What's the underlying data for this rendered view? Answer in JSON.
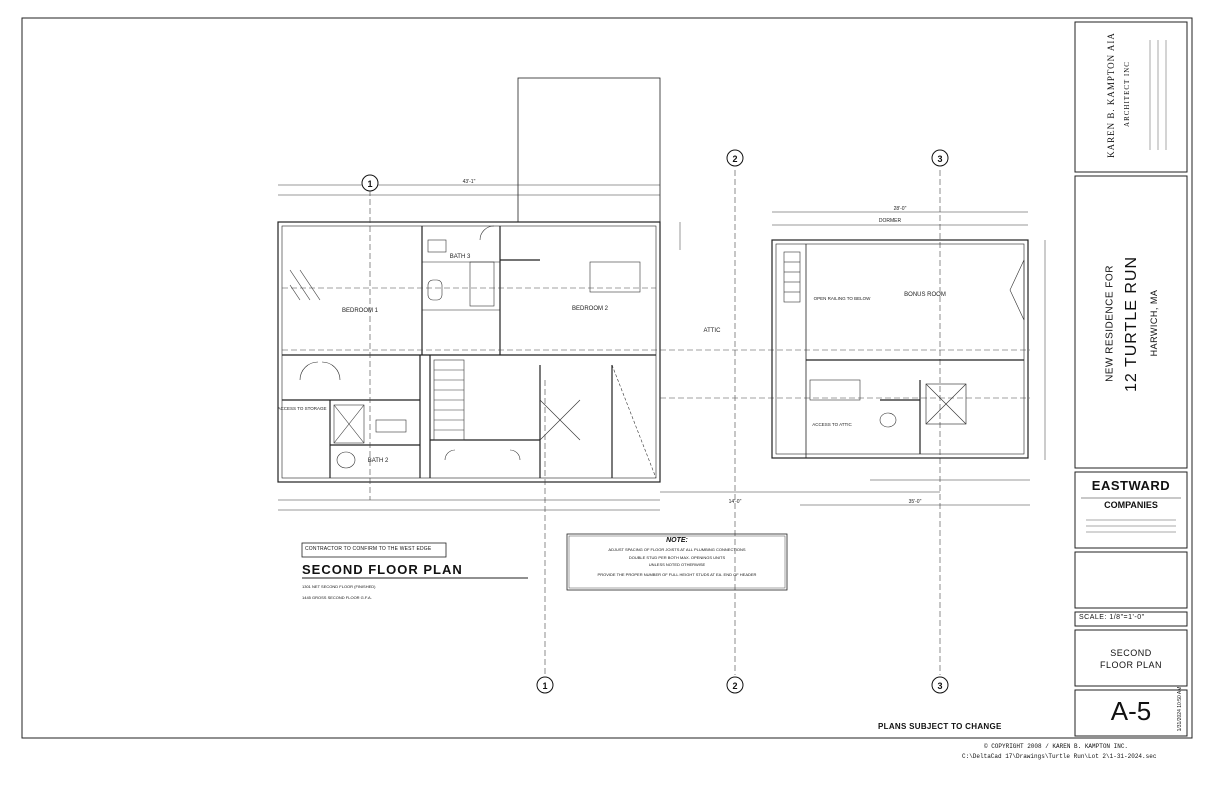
{
  "sheet": {
    "number": "A-5",
    "title_line1": "SECOND",
    "title_line2": "FLOOR PLAN",
    "scale": "SCALE: 1/8\"=1'-0\"",
    "plans_subject": "PLANS SUBJECT TO CHANGE",
    "plot_stamp": "1/31/2024 10:50 AM",
    "copyright": "COPYRIGHT 2008 / KAREN B. KAMPTON INC.",
    "file_path": "C:\\DeltaCad 17\\Drawings\\Turtle Run\\Lot 2\\1-31-2024.sec"
  },
  "architect": {
    "name": "KAREN B. KAMPTON AIA",
    "firm": "ARCHITECT INC"
  },
  "project": {
    "line1": "NEW RESIDENCE FOR",
    "line2": "12 TURTLE RUN",
    "line3": "HARWICH, MA"
  },
  "builder": {
    "name1": "EASTWARD",
    "name2": "COMPANIES"
  },
  "plan": {
    "title": "SECOND FLOOR PLAN",
    "subtitle1": "1301 NET SECOND FLOOR (FINISHED)",
    "subtitle2": "1445 GROSS SECOND FLOOR G.F.A.",
    "framing_box": "CONTRACTOR TO CONFIRM TO THE WEST EDGE",
    "note_title": "NOTE:",
    "note_line1": "ADJUST SPACING OF FLOOR JOISTS AT ALL PLUMBING CONNECTIONS",
    "note_line2": "DOUBLE STUD PER BOTH MAX. OPENINGS UNITS",
    "note_line3": "UNLESS NOTED OTHERWISE",
    "note_line4": "PROVIDE THE PROPER NUMBER OF FULL HEIGHT STUDS AT EA. END OF HEADER",
    "grid_labels": [
      "1",
      "2",
      "3"
    ],
    "rooms": {
      "bedroom1": "BEDROOM 1",
      "bedroom2": "BEDROOM 2",
      "bath3": "BATH 3",
      "bath2": "BATH 2",
      "bonus": "BONUS ROOM",
      "access_storage": "ACCESS TO STORAGE",
      "open_railing": "OPEN RAILING TO BELOW",
      "attic": "ATTIC",
      "dormer": "DORMER",
      "access_attic": "ACCESS TO ATTIC"
    },
    "dims": {
      "overall_main": "43'-1\"",
      "overall_bonus": "28'-0\"",
      "bottom_right": "35'-0\"",
      "bottom_mid": "14'-0\""
    }
  }
}
